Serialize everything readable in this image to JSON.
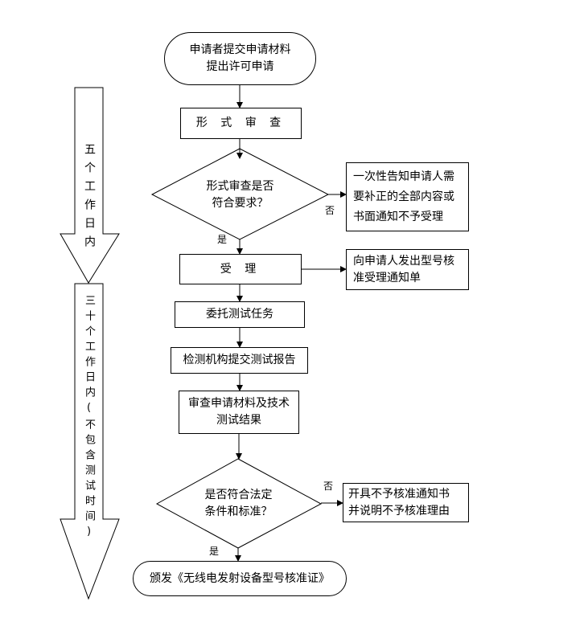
{
  "flow": {
    "start": "申请者提交申请材料\n提出许可申请",
    "formal_review": "形 式 审 查",
    "formal_decision": "形式审查是否\n符合要求？",
    "formal_no_result": "一次性告知申请人需\n要补正的全部内容或\n书面通知不予受理",
    "accept": "受 理",
    "accept_notice": "向申请人发出型号核\n准受理通知单",
    "commission": "委托测试任务",
    "lab_report": "检测机构提交测试报告",
    "final_review": "审查申请材料及技术\n测试结果",
    "final_decision": "是否符合法定\n条件和标准？",
    "final_no_result": "开具不予核准通知书\n并说明不予核准理由",
    "issue": "颁发《无线电发射设备型号核准证》"
  },
  "labels": {
    "yes1": "是",
    "no1": "否",
    "yes2": "是",
    "no2": "否"
  },
  "timeline": {
    "phase1": "五个工作日内",
    "phase2": "三十个工作日内(不包含测试时间)"
  }
}
